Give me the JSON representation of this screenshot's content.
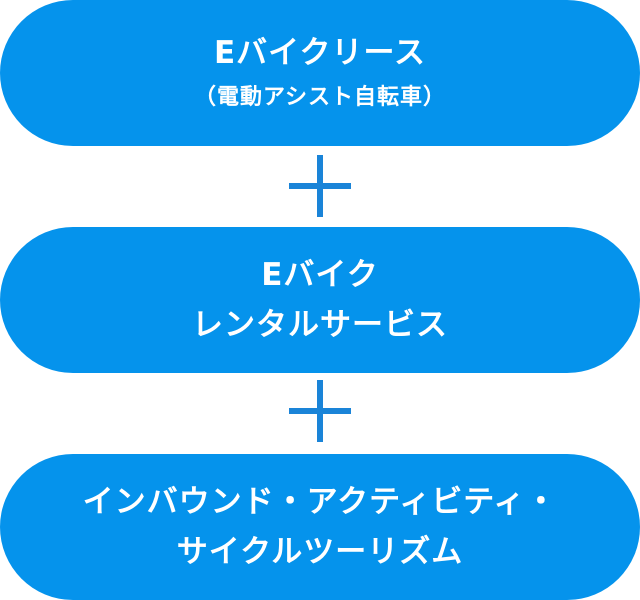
{
  "colors": {
    "pill_background": "#0593ec",
    "plus_color": "#1a84d8",
    "text": "#ffffff"
  },
  "boxes": [
    {
      "line1": "Eバイクリース",
      "line2": "（電動アシスト自転車）"
    },
    {
      "line1": "Eバイク",
      "line2": "レンタルサービス"
    },
    {
      "line1": "インバウンド・アクティビティ・",
      "line2": "サイクルツーリズム"
    }
  ],
  "connectors": [
    {
      "icon": "plus-icon"
    },
    {
      "icon": "plus-icon"
    }
  ]
}
